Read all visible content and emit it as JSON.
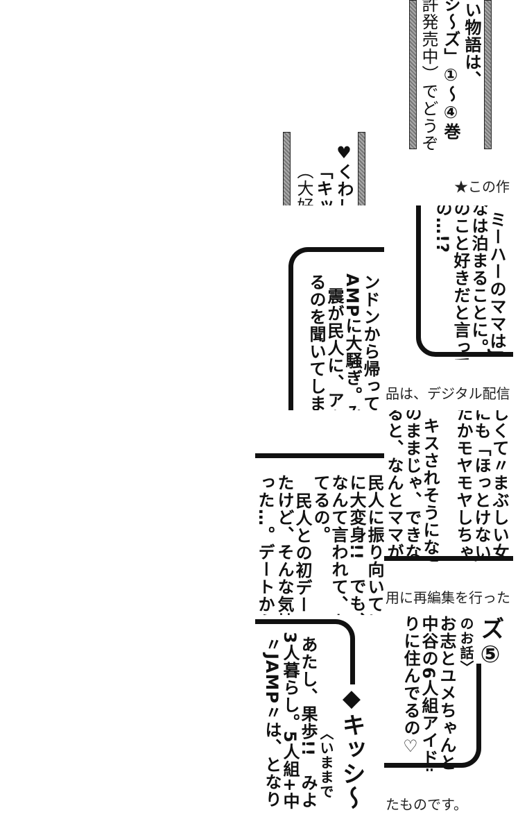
{
  "panel_series_info": {
    "columns": [
      "い物語は、",
      "シ〜ズ」①〜④巻",
      "許発売中）でどうぞ!!"
    ]
  },
  "panel_more_info": {
    "columns": [
      "♥くわし",
      "「キッシ",
      "（大好評"
    ]
  },
  "notice": {
    "line1": "★この作",
    "line2": "品は、デジタル配信",
    "line3": "用に再編集を行った",
    "line4": "たものです。"
  },
  "panel_story_a": {
    "columns": [
      "ミーハーのママはJ",
      "なは泊まることに。",
      "のこと好きだと言って",
      "の…!?"
    ]
  },
  "panel_story_b": {
    "columns": [
      "ンドンから帰っていた。",
      "AMPに大騒ぎ。みんな",
      "震が民人に、アタシの",
      "るのを聞いてしまったの"
    ]
  },
  "panel_story_c": {
    "columns": [
      "しくて〃まぶしい女〃",
      "にも「ほっとけない」",
      "たかモヤモヤしちゃっ",
      "キスされそうになっ",
      "のままじゃ、できなか",
      "ると、なんとママが口"
    ]
  },
  "panel_story_d": {
    "columns": [
      "民人に振り向いてほし",
      "に大変身!!　でも、震に",
      "なんて言われて、なんだ",
      "てるの。",
      "民人との初デートで、",
      "たけど、そんな気持ちの",
      "った…。デートから帰る"
    ]
  },
  "panel_volume5": {
    "title": "ズ⑤",
    "columns": [
      "のお話〉",
      "お志とユメちゃんと、",
      "中谷の6人組アイドル",
      "りに住んでるの♡"
    ]
  },
  "panel_kisshi": {
    "title": "◆キッシ〜",
    "columns": [
      "〈いままで",
      "あたし、果歩!!　みよ",
      "3人暮らし。5人組+中",
      "〃JAMP〃は、となり"
    ]
  }
}
